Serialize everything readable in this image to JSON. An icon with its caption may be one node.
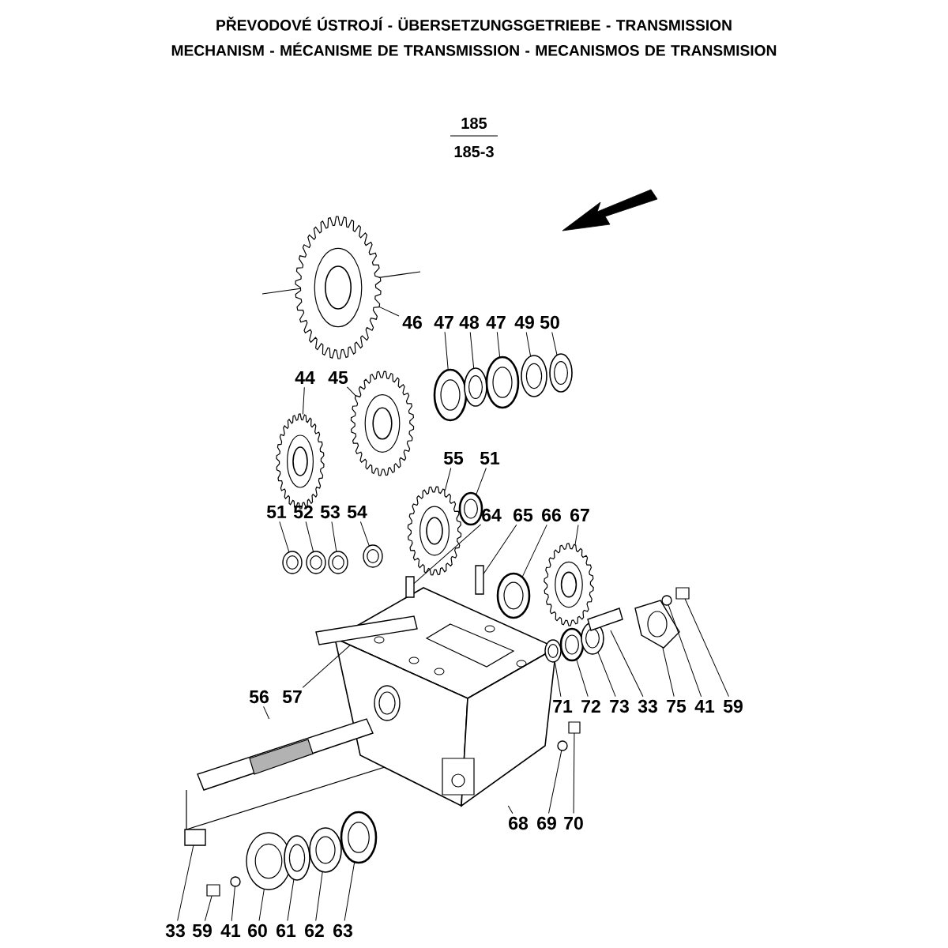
{
  "diagram": {
    "title": "PŘEVODOVÉ ÚSTROJÍ - ÜBERSETZUNGSGETRIEBE - TRANSMISSION MECHANISM - MÉCANISME DE TRANSMISSION - MECANISMOS DE TRANSMISION",
    "labels": [
      "185",
      "185-3"
    ],
    "nodes": [
      {
        "text": [
          "46"
        ]
      },
      {
        "text": [
          "47"
        ]
      },
      {
        "text": [
          "48"
        ]
      },
      {
        "text": [
          "47"
        ]
      },
      {
        "text": [
          "49"
        ]
      },
      {
        "text": [
          "50"
        ]
      },
      {
        "text": [
          "44"
        ]
      },
      {
        "text": [
          "45"
        ]
      },
      {
        "text": [
          "55"
        ]
      },
      {
        "text": [
          "51"
        ]
      },
      {
        "text": [
          "51"
        ]
      },
      {
        "text": [
          "52"
        ]
      },
      {
        "text": [
          "53"
        ]
      },
      {
        "text": [
          "54"
        ]
      },
      {
        "text": [
          "64"
        ]
      },
      {
        "text": [
          "65"
        ]
      },
      {
        "text": [
          "66"
        ]
      },
      {
        "text": [
          "67"
        ]
      },
      {
        "text": [
          "56"
        ]
      },
      {
        "text": [
          "57"
        ]
      },
      {
        "text": [
          "71"
        ]
      },
      {
        "text": [
          "72"
        ]
      },
      {
        "text": [
          "73"
        ]
      },
      {
        "text": [
          "33"
        ]
      },
      {
        "text": [
          "75"
        ]
      },
      {
        "text": [
          "41"
        ]
      },
      {
        "text": [
          "59"
        ]
      },
      {
        "text": [
          "68"
        ]
      },
      {
        "text": [
          "69"
        ]
      },
      {
        "text": [
          "70"
        ]
      },
      {
        "text": [
          "33"
        ]
      },
      {
        "text": [
          "59"
        ]
      },
      {
        "text": [
          "41"
        ]
      },
      {
        "text": [
          "60"
        ]
      },
      {
        "text": [
          "61"
        ]
      },
      {
        "text": [
          "62"
        ]
      },
      {
        "text": [
          "63"
        ]
      },
      {
        "text": [],
        "shape": "gear"
      },
      {
        "text": [],
        "shape": "bearing"
      },
      {
        "text": [],
        "shape": "ring"
      },
      {
        "text": [],
        "shape": "bearing"
      },
      {
        "text": [],
        "shape": "ring"
      },
      {
        "text": [],
        "shape": "ring"
      },
      {
        "text": [],
        "shape": "gear"
      },
      {
        "text": [],
        "shape": "gear"
      },
      {
        "text": [],
        "shape": "gear"
      },
      {
        "text": [],
        "shape": "bearing"
      },
      {
        "text": [],
        "shape": "washer"
      },
      {
        "text": [],
        "shape": "washer"
      },
      {
        "text": [],
        "shape": "washer"
      },
      {
        "text": [],
        "shape": "washer"
      },
      {
        "text": [],
        "shape": "pin"
      },
      {
        "text": [],
        "shape": "pin"
      },
      {
        "text": [],
        "shape": "bearing"
      },
      {
        "text": [],
        "shape": "gear"
      },
      {
        "text": [],
        "shape": "shaft"
      },
      {
        "text": [],
        "shape": "pin"
      },
      {
        "text": [],
        "shape": "washer"
      },
      {
        "text": [],
        "shape": "bearing"
      },
      {
        "text": [],
        "shape": "ring"
      },
      {
        "text": [],
        "shape": "pin"
      },
      {
        "text": [],
        "shape": "flange"
      },
      {
        "text": [],
        "shape": "washer"
      },
      {
        "text": [],
        "shape": "bolt"
      },
      {
        "text": [],
        "shape": "housing"
      },
      {
        "text": [],
        "shape": "washer"
      },
      {
        "text": [],
        "shape": "bolt"
      },
      {
        "text": [],
        "shape": "pin"
      },
      {
        "text": [],
        "shape": "bolt"
      },
      {
        "text": [],
        "shape": "washer"
      },
      {
        "text": [],
        "shape": "flange"
      },
      {
        "text": [],
        "shape": "ring"
      },
      {
        "text": [],
        "shape": "ring"
      },
      {
        "text": [],
        "shape": "bearing"
      }
    ],
    "edges": [
      {
        "from": 0,
        "to": 37,
        "arrow": "none"
      },
      {
        "from": 1,
        "to": 38,
        "arrow": "none"
      },
      {
        "from": 2,
        "to": 39,
        "arrow": "none"
      },
      {
        "from": 3,
        "to": 40,
        "arrow": "none"
      },
      {
        "from": 4,
        "to": 41,
        "arrow": "none"
      },
      {
        "from": 5,
        "to": 42,
        "arrow": "none"
      },
      {
        "from": 6,
        "to": 43,
        "arrow": "none"
      },
      {
        "from": 7,
        "to": 44,
        "arrow": "none"
      },
      {
        "from": 8,
        "to": 45,
        "arrow": "none"
      },
      {
        "from": 9,
        "to": 46,
        "arrow": "none"
      },
      {
        "from": 10,
        "to": 47,
        "arrow": "none"
      },
      {
        "from": 11,
        "to": 48,
        "arrow": "none"
      },
      {
        "from": 12,
        "to": 49,
        "arrow": "none"
      },
      {
        "from": 13,
        "to": 50,
        "arrow": "none"
      },
      {
        "from": 14,
        "to": 51,
        "arrow": "none"
      },
      {
        "from": 15,
        "to": 52,
        "arrow": "none"
      },
      {
        "from": 16,
        "to": 53,
        "arrow": "none"
      },
      {
        "from": 17,
        "to": 54,
        "arrow": "none"
      },
      {
        "from": 18,
        "to": 55,
        "arrow": "none"
      },
      {
        "from": 19,
        "to": 56,
        "arrow": "none"
      },
      {
        "from": 20,
        "to": 57,
        "arrow": "none"
      },
      {
        "from": 21,
        "to": 58,
        "arrow": "none"
      },
      {
        "from": 22,
        "to": 59,
        "arrow": "none"
      },
      {
        "from": 23,
        "to": 60,
        "arrow": "none"
      },
      {
        "from": 24,
        "to": 61,
        "arrow": "none"
      },
      {
        "from": 25,
        "to": 62,
        "arrow": "none"
      },
      {
        "from": 26,
        "to": 63,
        "arrow": "none"
      },
      {
        "from": 27,
        "to": 64,
        "arrow": "none"
      },
      {
        "from": 28,
        "to": 65,
        "arrow": "none"
      },
      {
        "from": 29,
        "to": 66,
        "arrow": "none"
      },
      {
        "from": 30,
        "to": 67,
        "arrow": "none"
      },
      {
        "from": 31,
        "to": 68,
        "arrow": "none"
      },
      {
        "from": 32,
        "to": 69,
        "arrow": "none"
      },
      {
        "from": 33,
        "to": 70,
        "arrow": "none"
      },
      {
        "from": 34,
        "to": 71,
        "arrow": "none"
      },
      {
        "from": 35,
        "to": 72,
        "arrow": "none"
      },
      {
        "from": 36,
        "to": 73,
        "arrow": "none"
      }
    ]
  }
}
